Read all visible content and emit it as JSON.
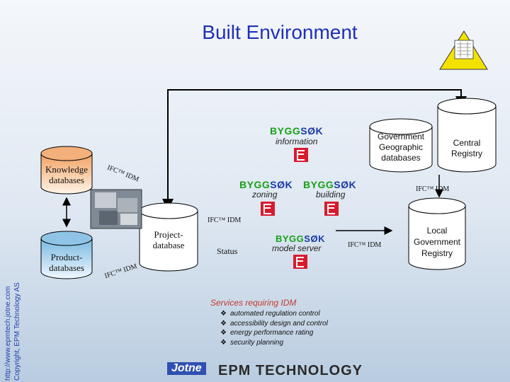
{
  "title": "Built Environment",
  "side_text": [
    "http://www.epmtech.jotne.com",
    "Copyright, EPM Technology AS"
  ],
  "nodes": {
    "knowledge": "Knowledge databases",
    "product": "Product-databases",
    "project": "Project-database",
    "government": "Government Geographic databases",
    "central": "Central Registry",
    "local": "Local Government Registry"
  },
  "byggsok": {
    "word_part1": "BYGG",
    "word_part2": "SØK",
    "information": "information",
    "zoning": "zoning",
    "building": "building",
    "model_server": "model server"
  },
  "ifc_labels": {
    "knowledge": "IFC™ IDM",
    "product": "IFC™ IDM",
    "project": "IFC™ IDM",
    "central": "IFC™ IDM",
    "server": "IFC™ IDM"
  },
  "status_label": "Status",
  "services": {
    "title": "Services requiring IDM",
    "items": [
      "automated regulation control",
      "accessibility design and control",
      "energy performance rating",
      "security planning"
    ],
    "bullet": "❖"
  },
  "footer": {
    "jotne": "Jotne",
    "epm": "EPM TECHNOLOGY"
  },
  "colors": {
    "title": "#1f2fb8",
    "byggsok_green": "#18a018",
    "byggsok_blue": "#1a3aa8",
    "logo_red": "#d81b2c",
    "knowledge_fill": "#e07a38",
    "product_fill": "#4aa0c8"
  }
}
